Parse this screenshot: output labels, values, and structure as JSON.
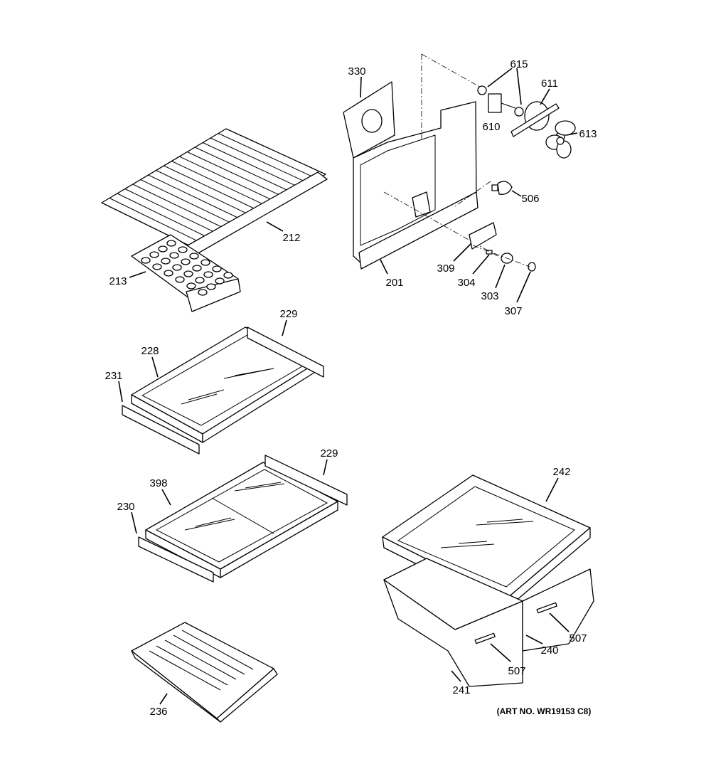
{
  "diagram": {
    "art_number": "(ART NO. WR19153 C8)",
    "callouts": {
      "c330": "330",
      "c615": "615",
      "c611": "611",
      "c610": "610",
      "c613": "613",
      "c506": "506",
      "c212": "212",
      "c213": "213",
      "c201": "201",
      "c309": "309",
      "c304": "304",
      "c303": "303",
      "c307": "307",
      "c229a": "229",
      "c228": "228",
      "c231": "231",
      "c229b": "229",
      "c398": "398",
      "c242": "242",
      "c230": "230",
      "c507a": "507",
      "c240": "240",
      "c507b": "507",
      "c241": "241",
      "c236": "236"
    }
  }
}
